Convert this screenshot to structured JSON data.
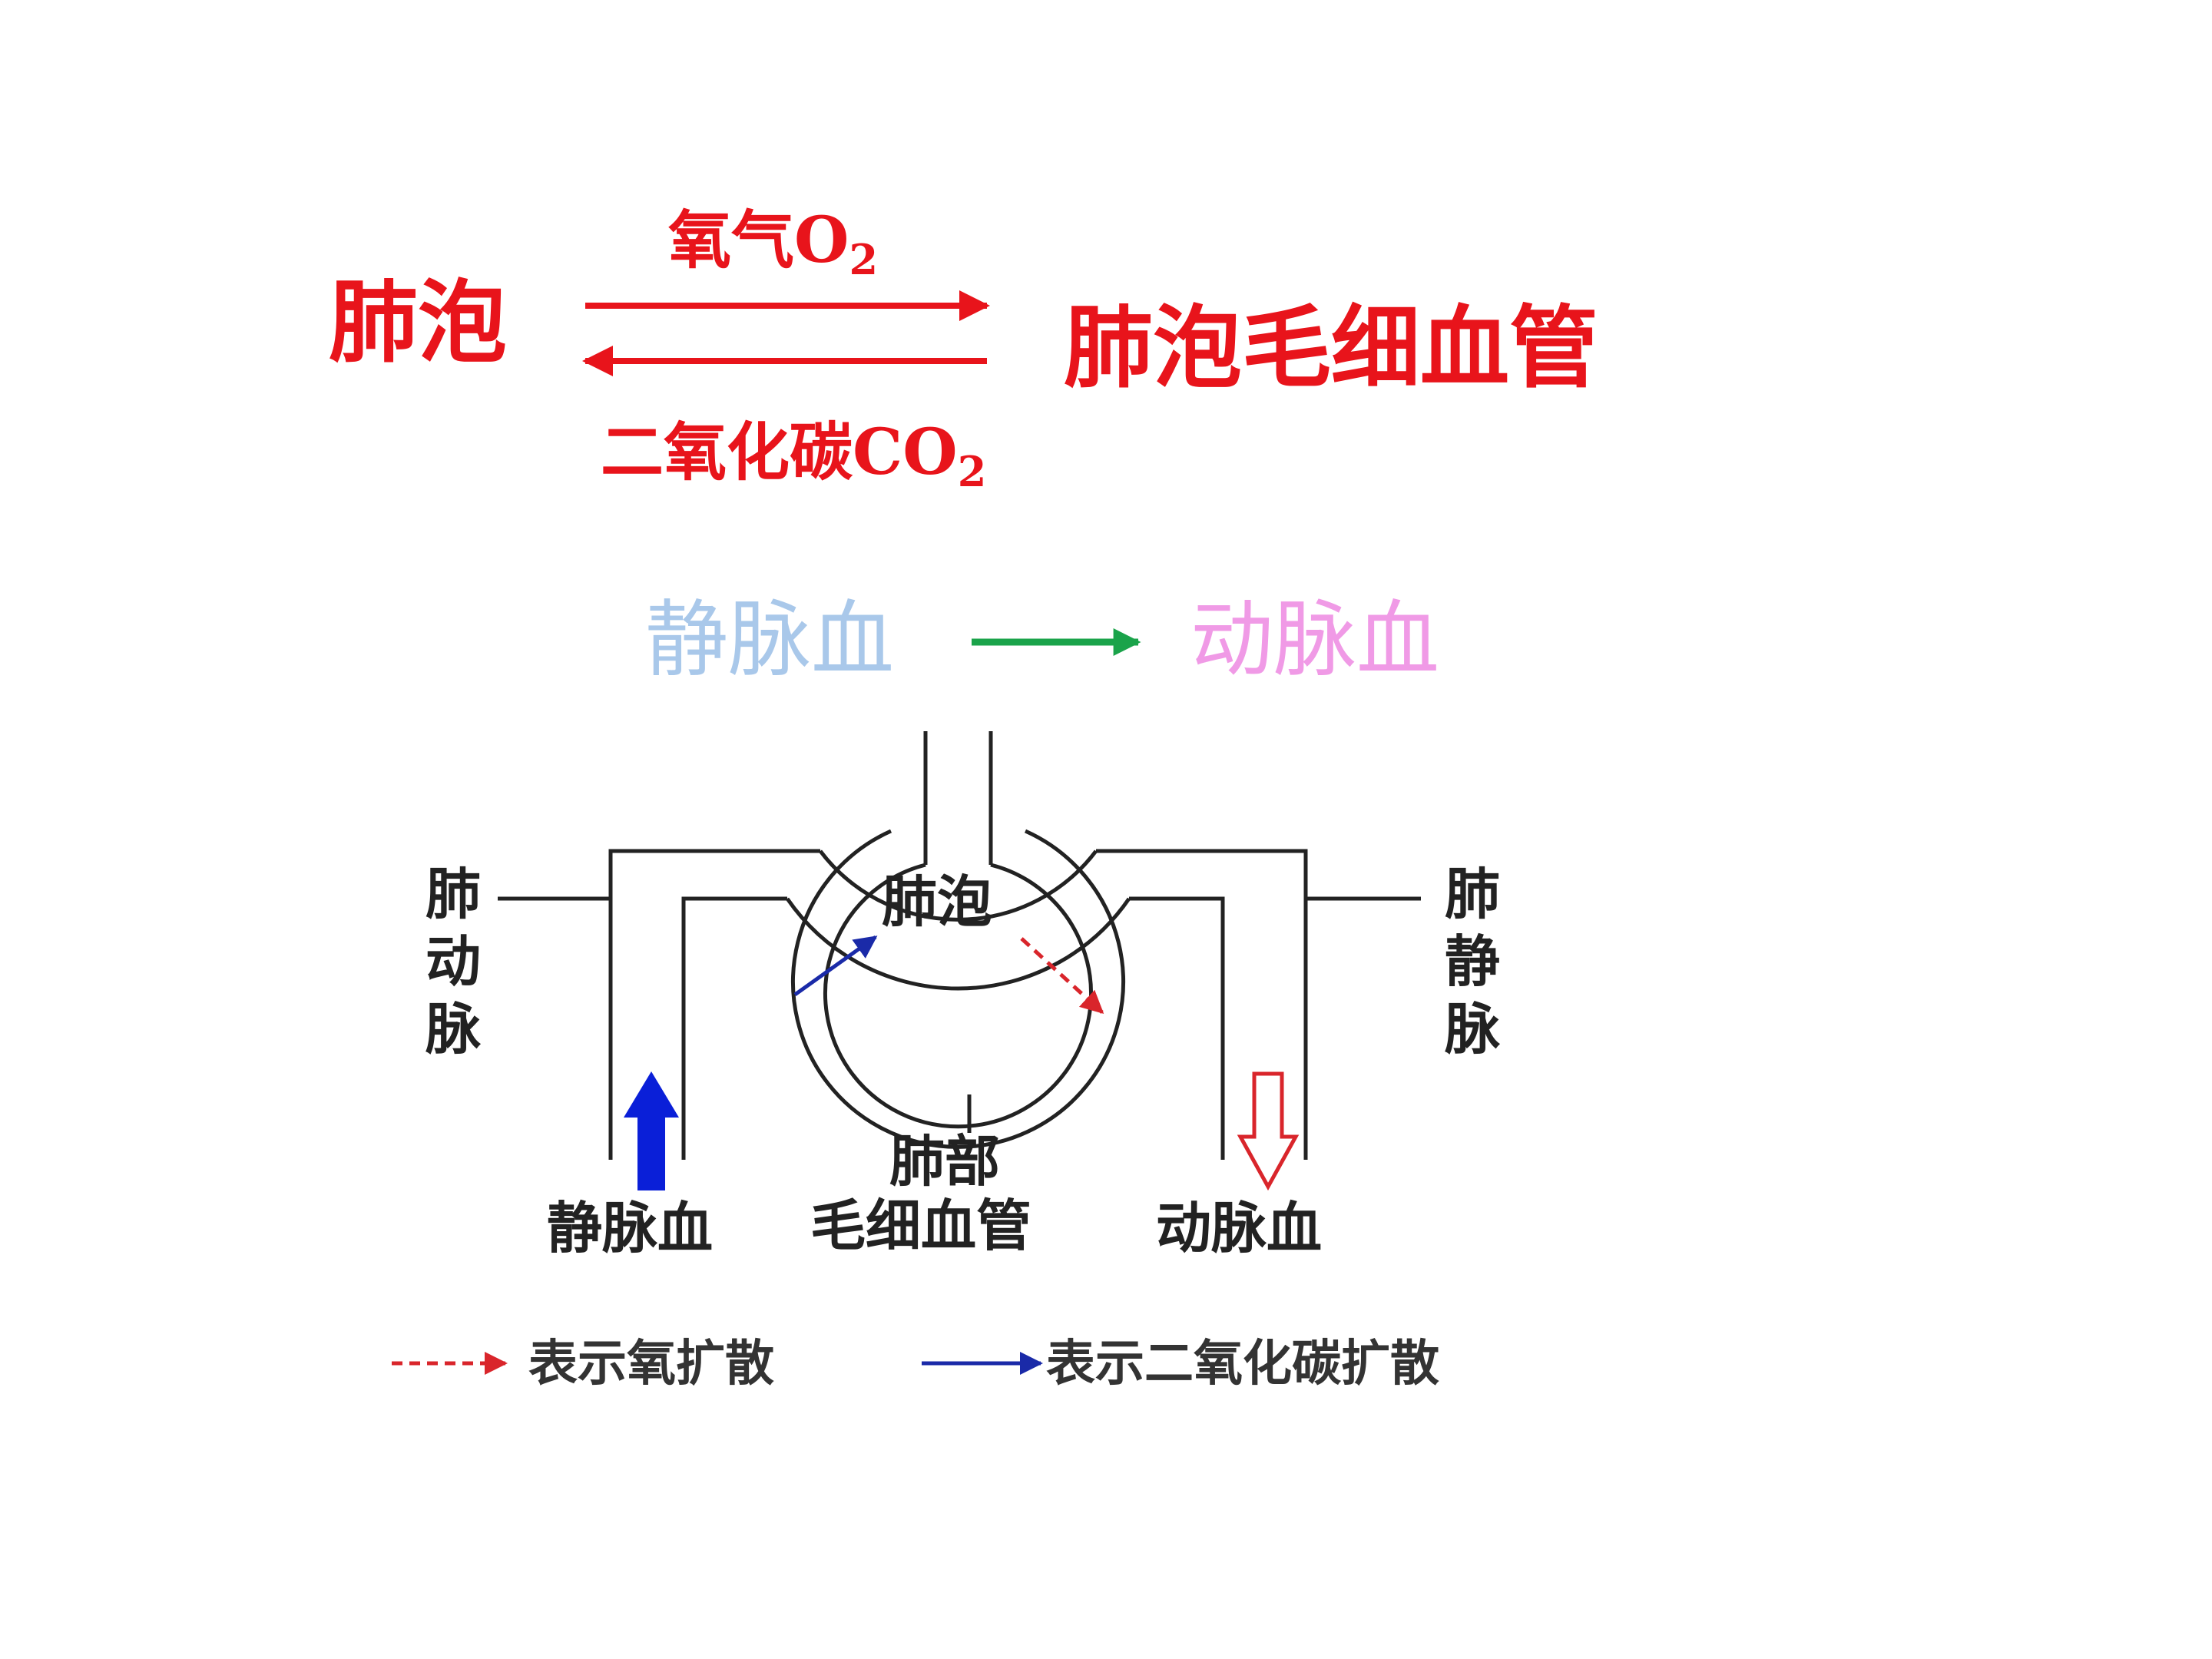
{
  "top": {
    "left_label": "肺泡",
    "right_label": "肺泡毛细血管",
    "o2_label": "氧气O",
    "o2_sub": "2",
    "co2_label": "二氧化碳CO",
    "co2_sub": "2",
    "color": "#e8141b"
  },
  "conversion": {
    "from": "静脉血",
    "to": "动脉血",
    "from_color": "#a9c8ea",
    "to_color": "#f09ae6",
    "arrow_color": "#1aa34a"
  },
  "figure": {
    "alveolus": "肺泡",
    "pulmonary_artery": "肺动脉",
    "pulmonary_vein": "肺静脉",
    "capillary_line1": "肺部",
    "capillary_line2": "毛细血管",
    "venous_blood": "静脉血",
    "arterial_blood": "动脉血",
    "inflow_arrow_color": "#0a1fd8",
    "outflow_arrow_color": "#d9252b"
  },
  "legend": {
    "oxygen": "表示氧扩散",
    "co2": "表示二氧化碳扩散",
    "oxygen_color": "#d9252b",
    "co2_color": "#1a2aa8"
  }
}
